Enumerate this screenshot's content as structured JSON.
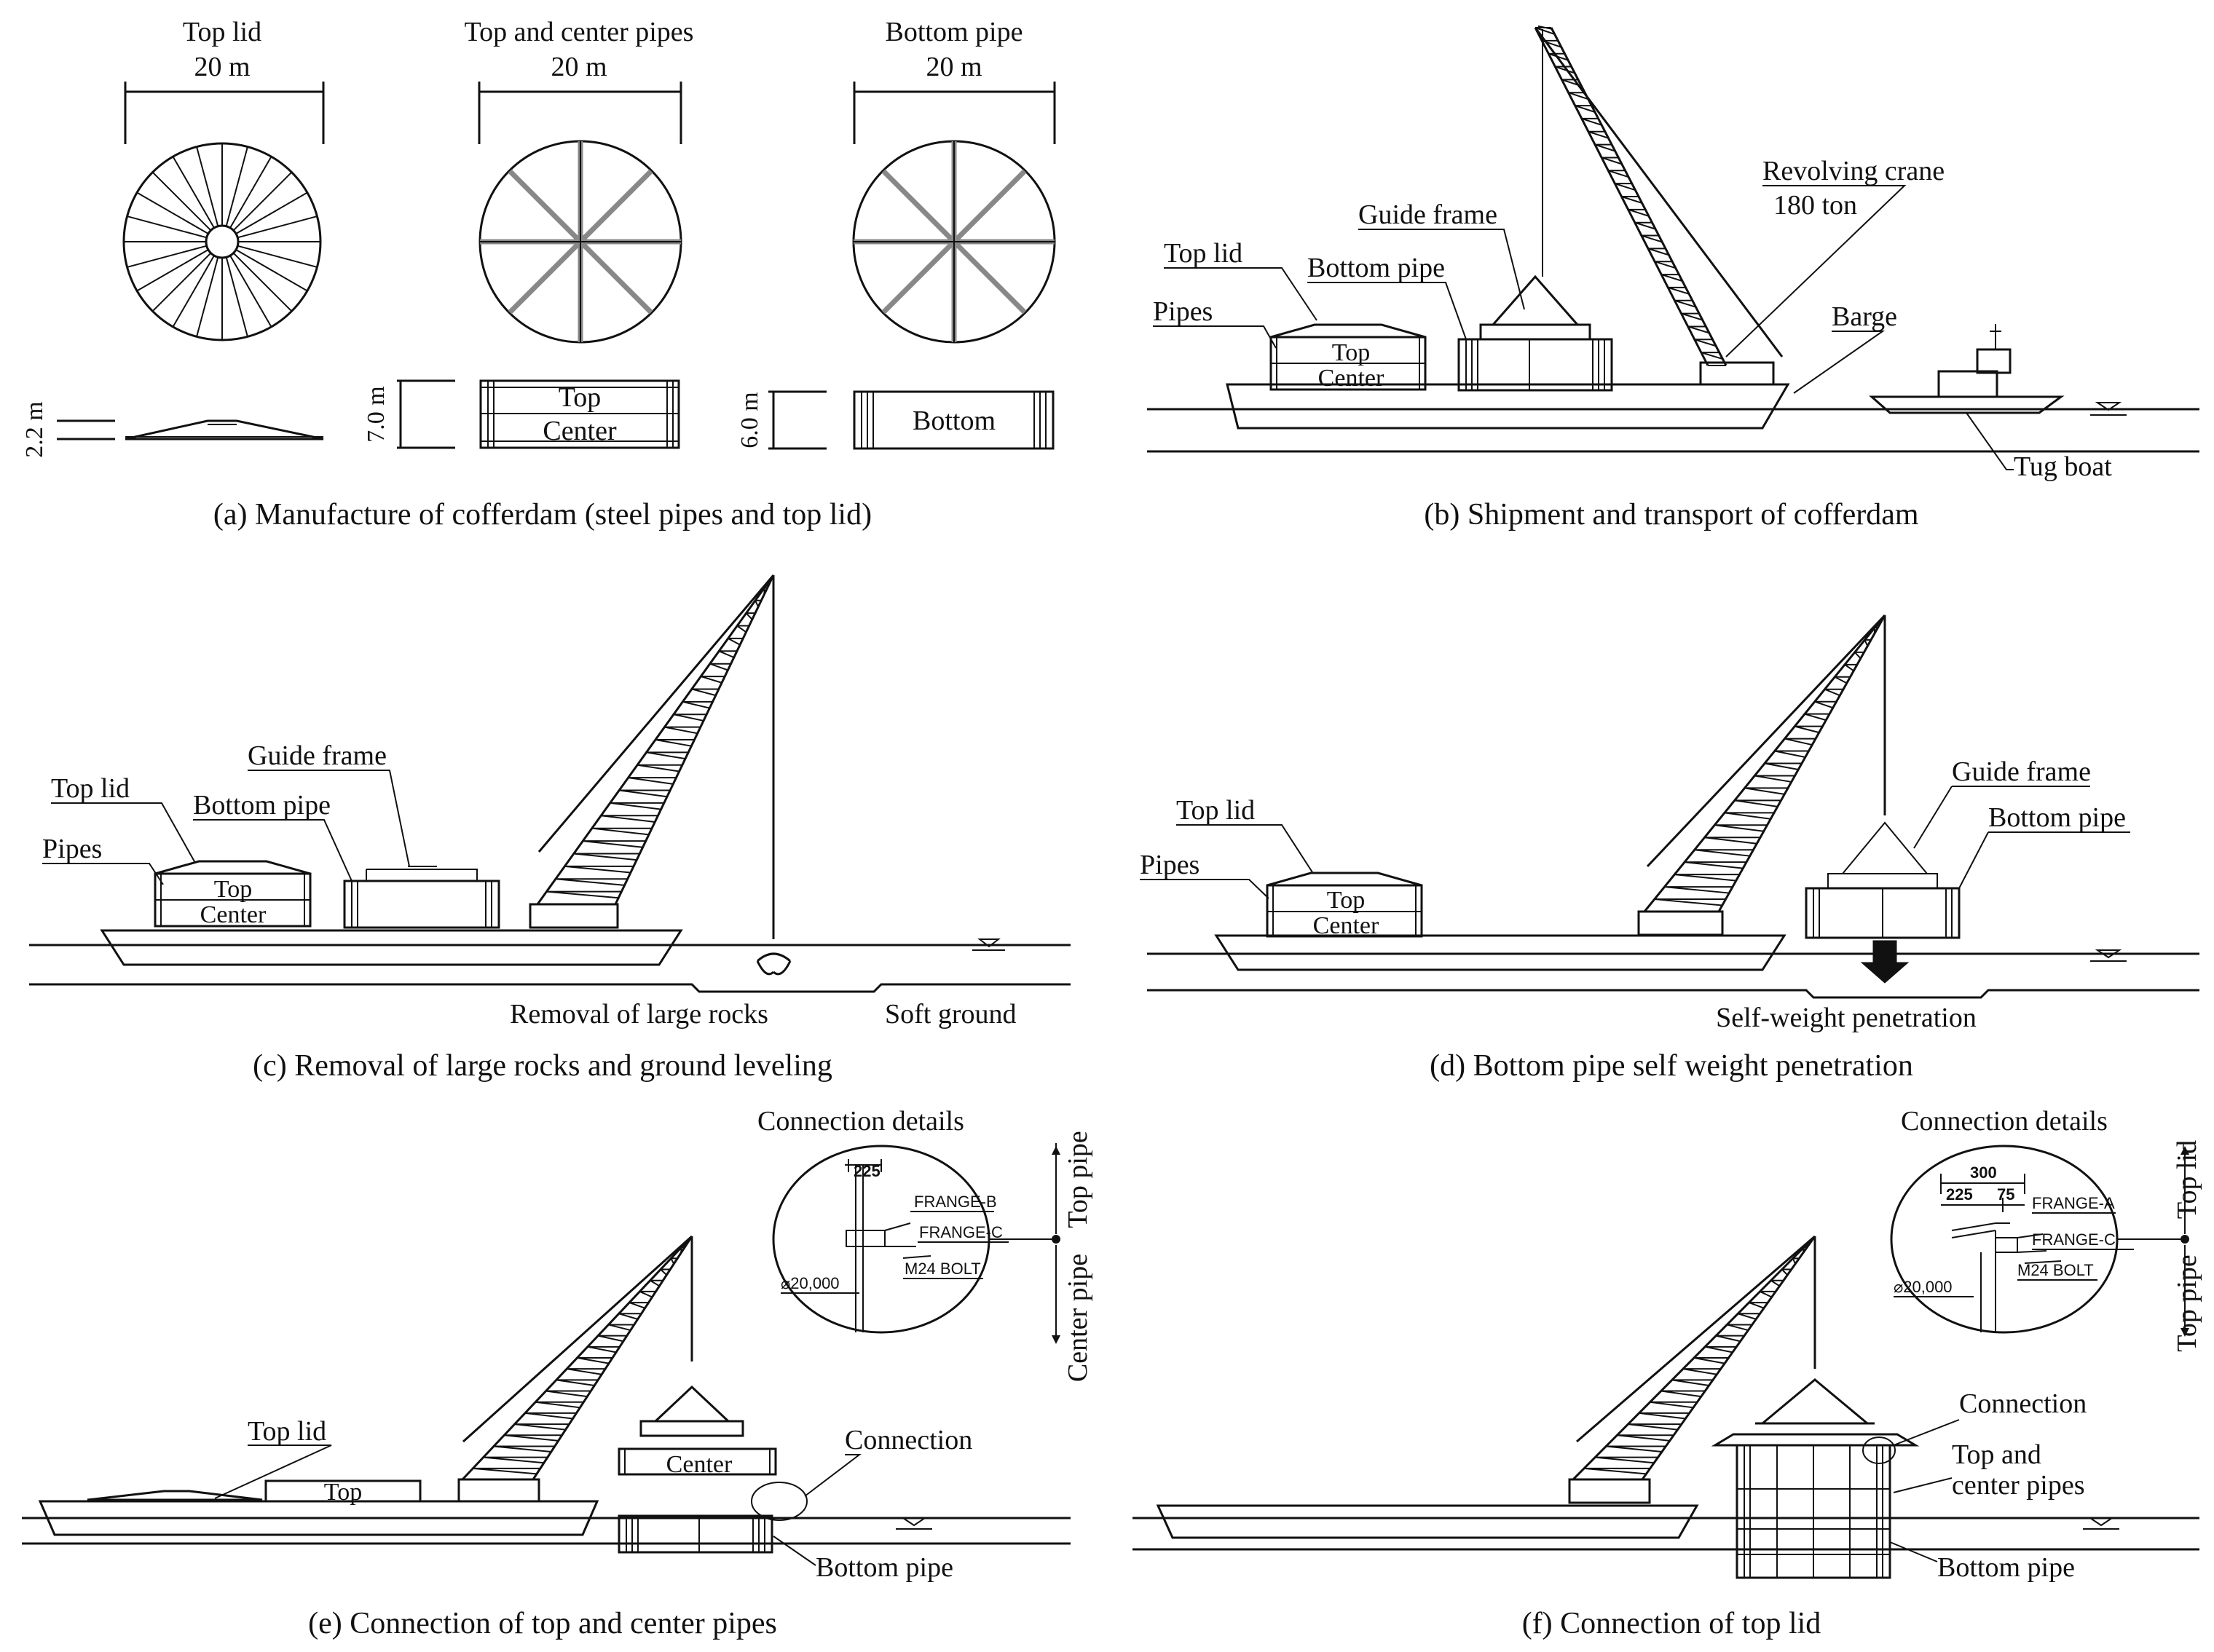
{
  "panels": {
    "a": {
      "caption": "(a) Manufacture of cofferdam (steel pipes and top lid)",
      "top_lid_title": "Top lid",
      "top_lid_width": "20 m",
      "pipes_title": "Top and center pipes",
      "pipes_width": "20 m",
      "bottom_title": "Bottom pipe",
      "bottom_width": "20 m",
      "lid_height": "2.2 m",
      "pipes_height": "7.0 m",
      "bottom_height": "6.0 m",
      "pipe_top": "Top",
      "pipe_center": "Center",
      "pipe_bottom": "Bottom"
    },
    "b": {
      "caption": "(b) Shipment and transport of cofferdam",
      "guide_frame": "Guide frame",
      "top_lid": "Top lid",
      "bottom_pipe": "Bottom pipe",
      "pipes": "Pipes",
      "top": "Top",
      "center": "Center",
      "crane": "Revolving crane",
      "crane_capacity": "180 ton",
      "barge": "Barge",
      "tug_boat": "Tug boat"
    },
    "c": {
      "caption": "(c) Removal of large rocks and ground leveling",
      "guide_frame": "Guide frame",
      "top_lid": "Top lid",
      "bottom_pipe": "Bottom pipe",
      "pipes": "Pipes",
      "top": "Top",
      "center": "Center",
      "removal": "Removal of large rocks",
      "soft_ground": "Soft ground"
    },
    "d": {
      "caption": "(d) Bottom pipe self weight penetration",
      "guide_frame": "Guide frame",
      "bottom_pipe": "Bottom pipe",
      "top_lid": "Top lid",
      "pipes": "Pipes",
      "top": "Top",
      "center": "Center",
      "penetration": "Self-weight penetration"
    },
    "e": {
      "caption": "(e) Connection of top and center pipes",
      "connection_details": "Connection details",
      "dim": "225",
      "flange_b": "FRANGE-B",
      "flange_c": "FRANGE-C",
      "bolt": "M24 BOLT",
      "diameter": "⌀20,000",
      "top_pipe": "Top pipe",
      "center_pipe": "Center pipe",
      "top_lid": "Top lid",
      "top": "Top",
      "center": "Center",
      "connection": "Connection",
      "bottom_pipe": "Bottom pipe"
    },
    "f": {
      "caption": "(f) Connection of top lid",
      "connection_details": "Connection details",
      "dim_total": "300",
      "dim_a": "225",
      "dim_b": "75",
      "flange_a": "FRANGE-A",
      "flange_c": "FRANGE-C",
      "bolt": "M24 BOLT",
      "diameter": "⌀20,000",
      "top_lid": "Top lid",
      "top_pipe": "Top pipe",
      "connection": "Connection",
      "top_and": "Top and",
      "center_pipes": "center pipes",
      "bottom_pipe": "Bottom pipe"
    }
  }
}
